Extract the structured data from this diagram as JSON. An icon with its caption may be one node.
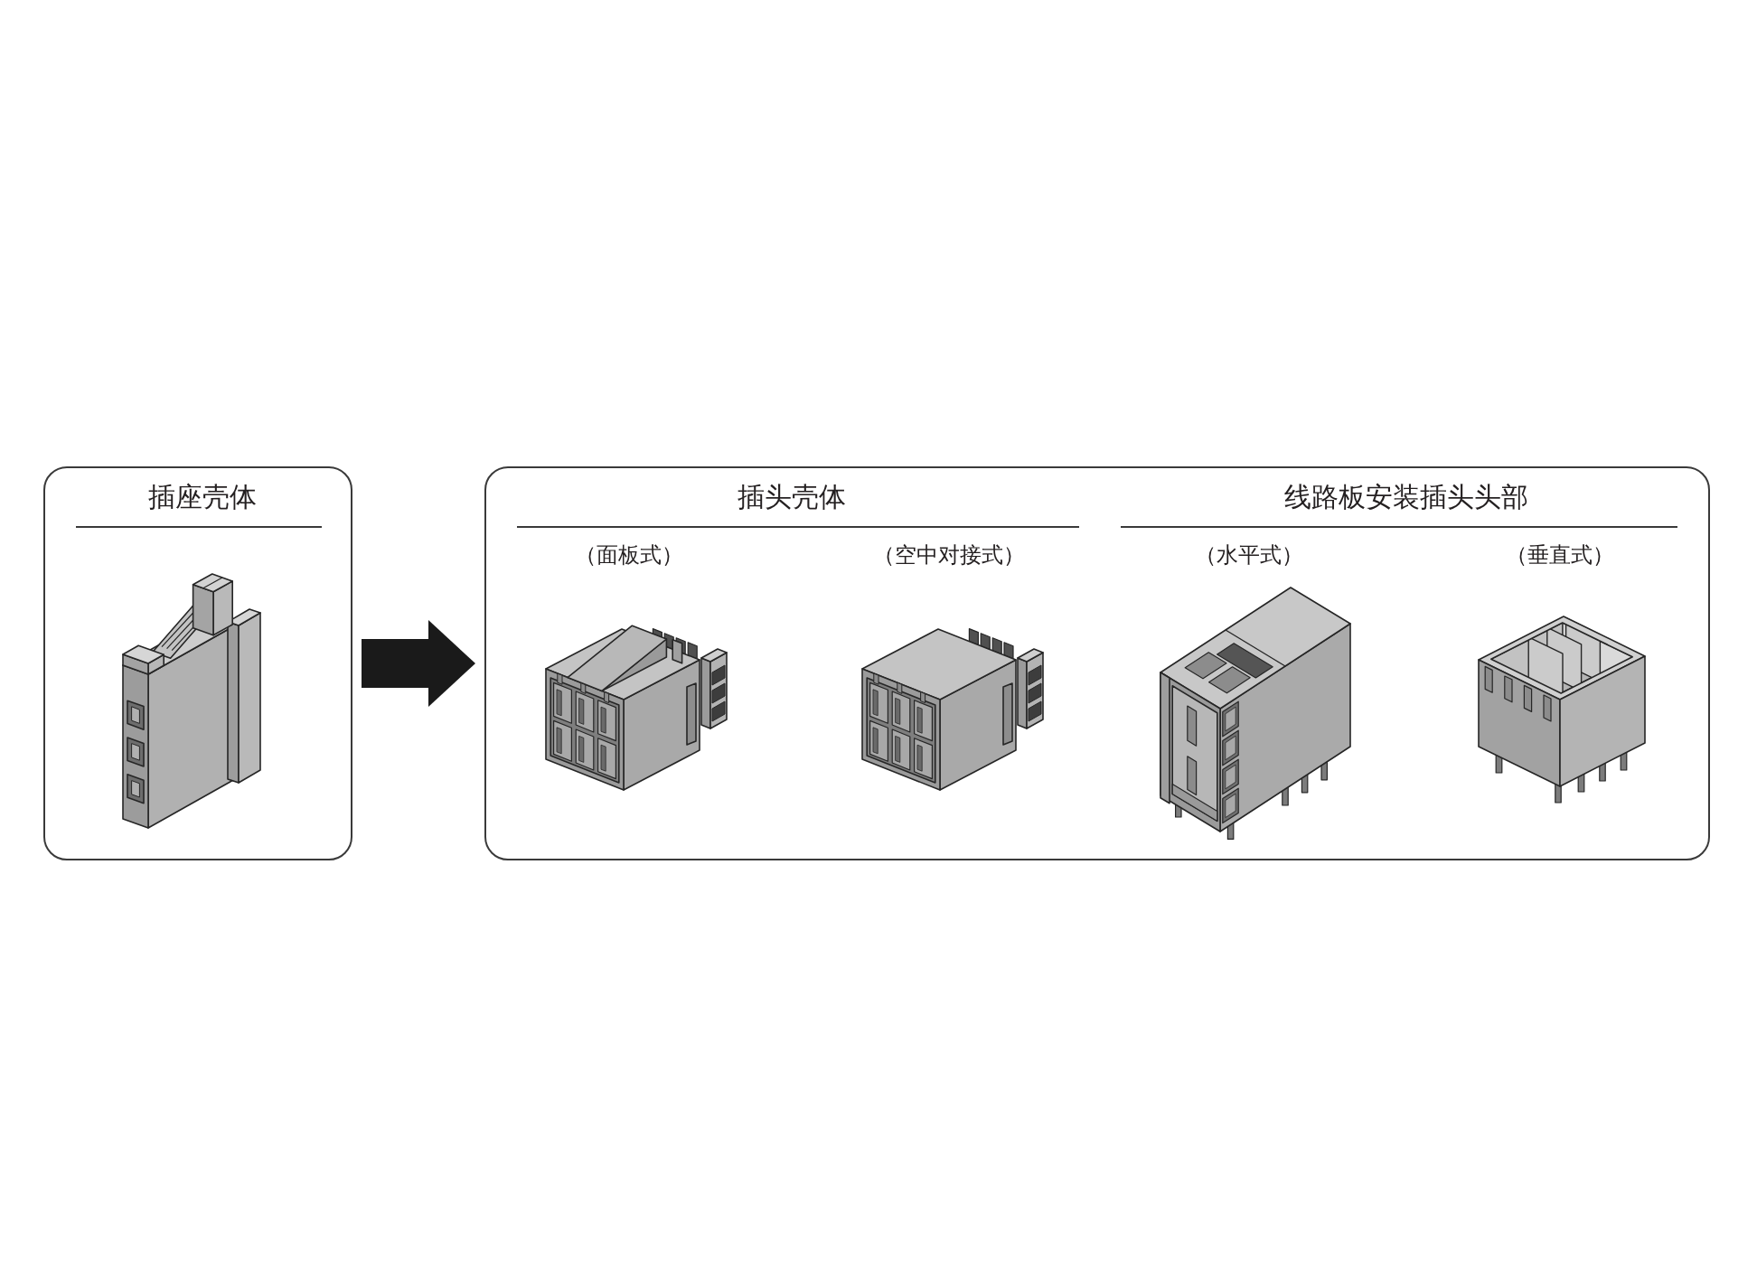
{
  "diagram": {
    "nodes": [
      {
        "text": [
          "插座壳体"
        ]
      },
      {
        "text": [
          "插头壳体",
          "（面板式）",
          "（空中对接式）",
          "线路板安装插头头部",
          "（水平式）",
          "（垂直式）"
        ]
      }
    ],
    "edges": [
      {
        "from": 0,
        "to": 1,
        "arrow": "to"
      }
    ]
  }
}
